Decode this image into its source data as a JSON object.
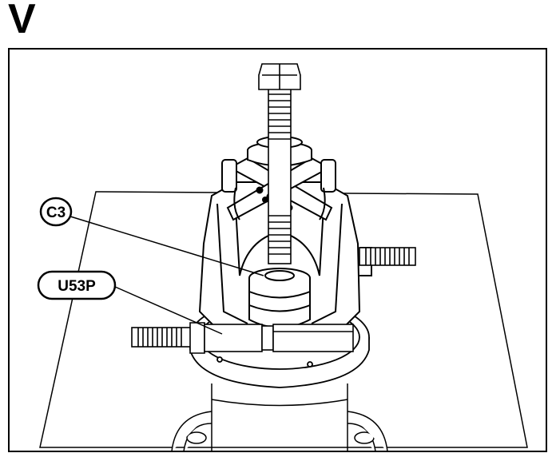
{
  "section": {
    "letter": "V"
  },
  "callouts": [
    {
      "id": "c3",
      "label": "C3"
    },
    {
      "id": "u53p",
      "label": "U53P"
    }
  ],
  "colors": {
    "ink": "#000000",
    "paper": "#ffffff"
  }
}
